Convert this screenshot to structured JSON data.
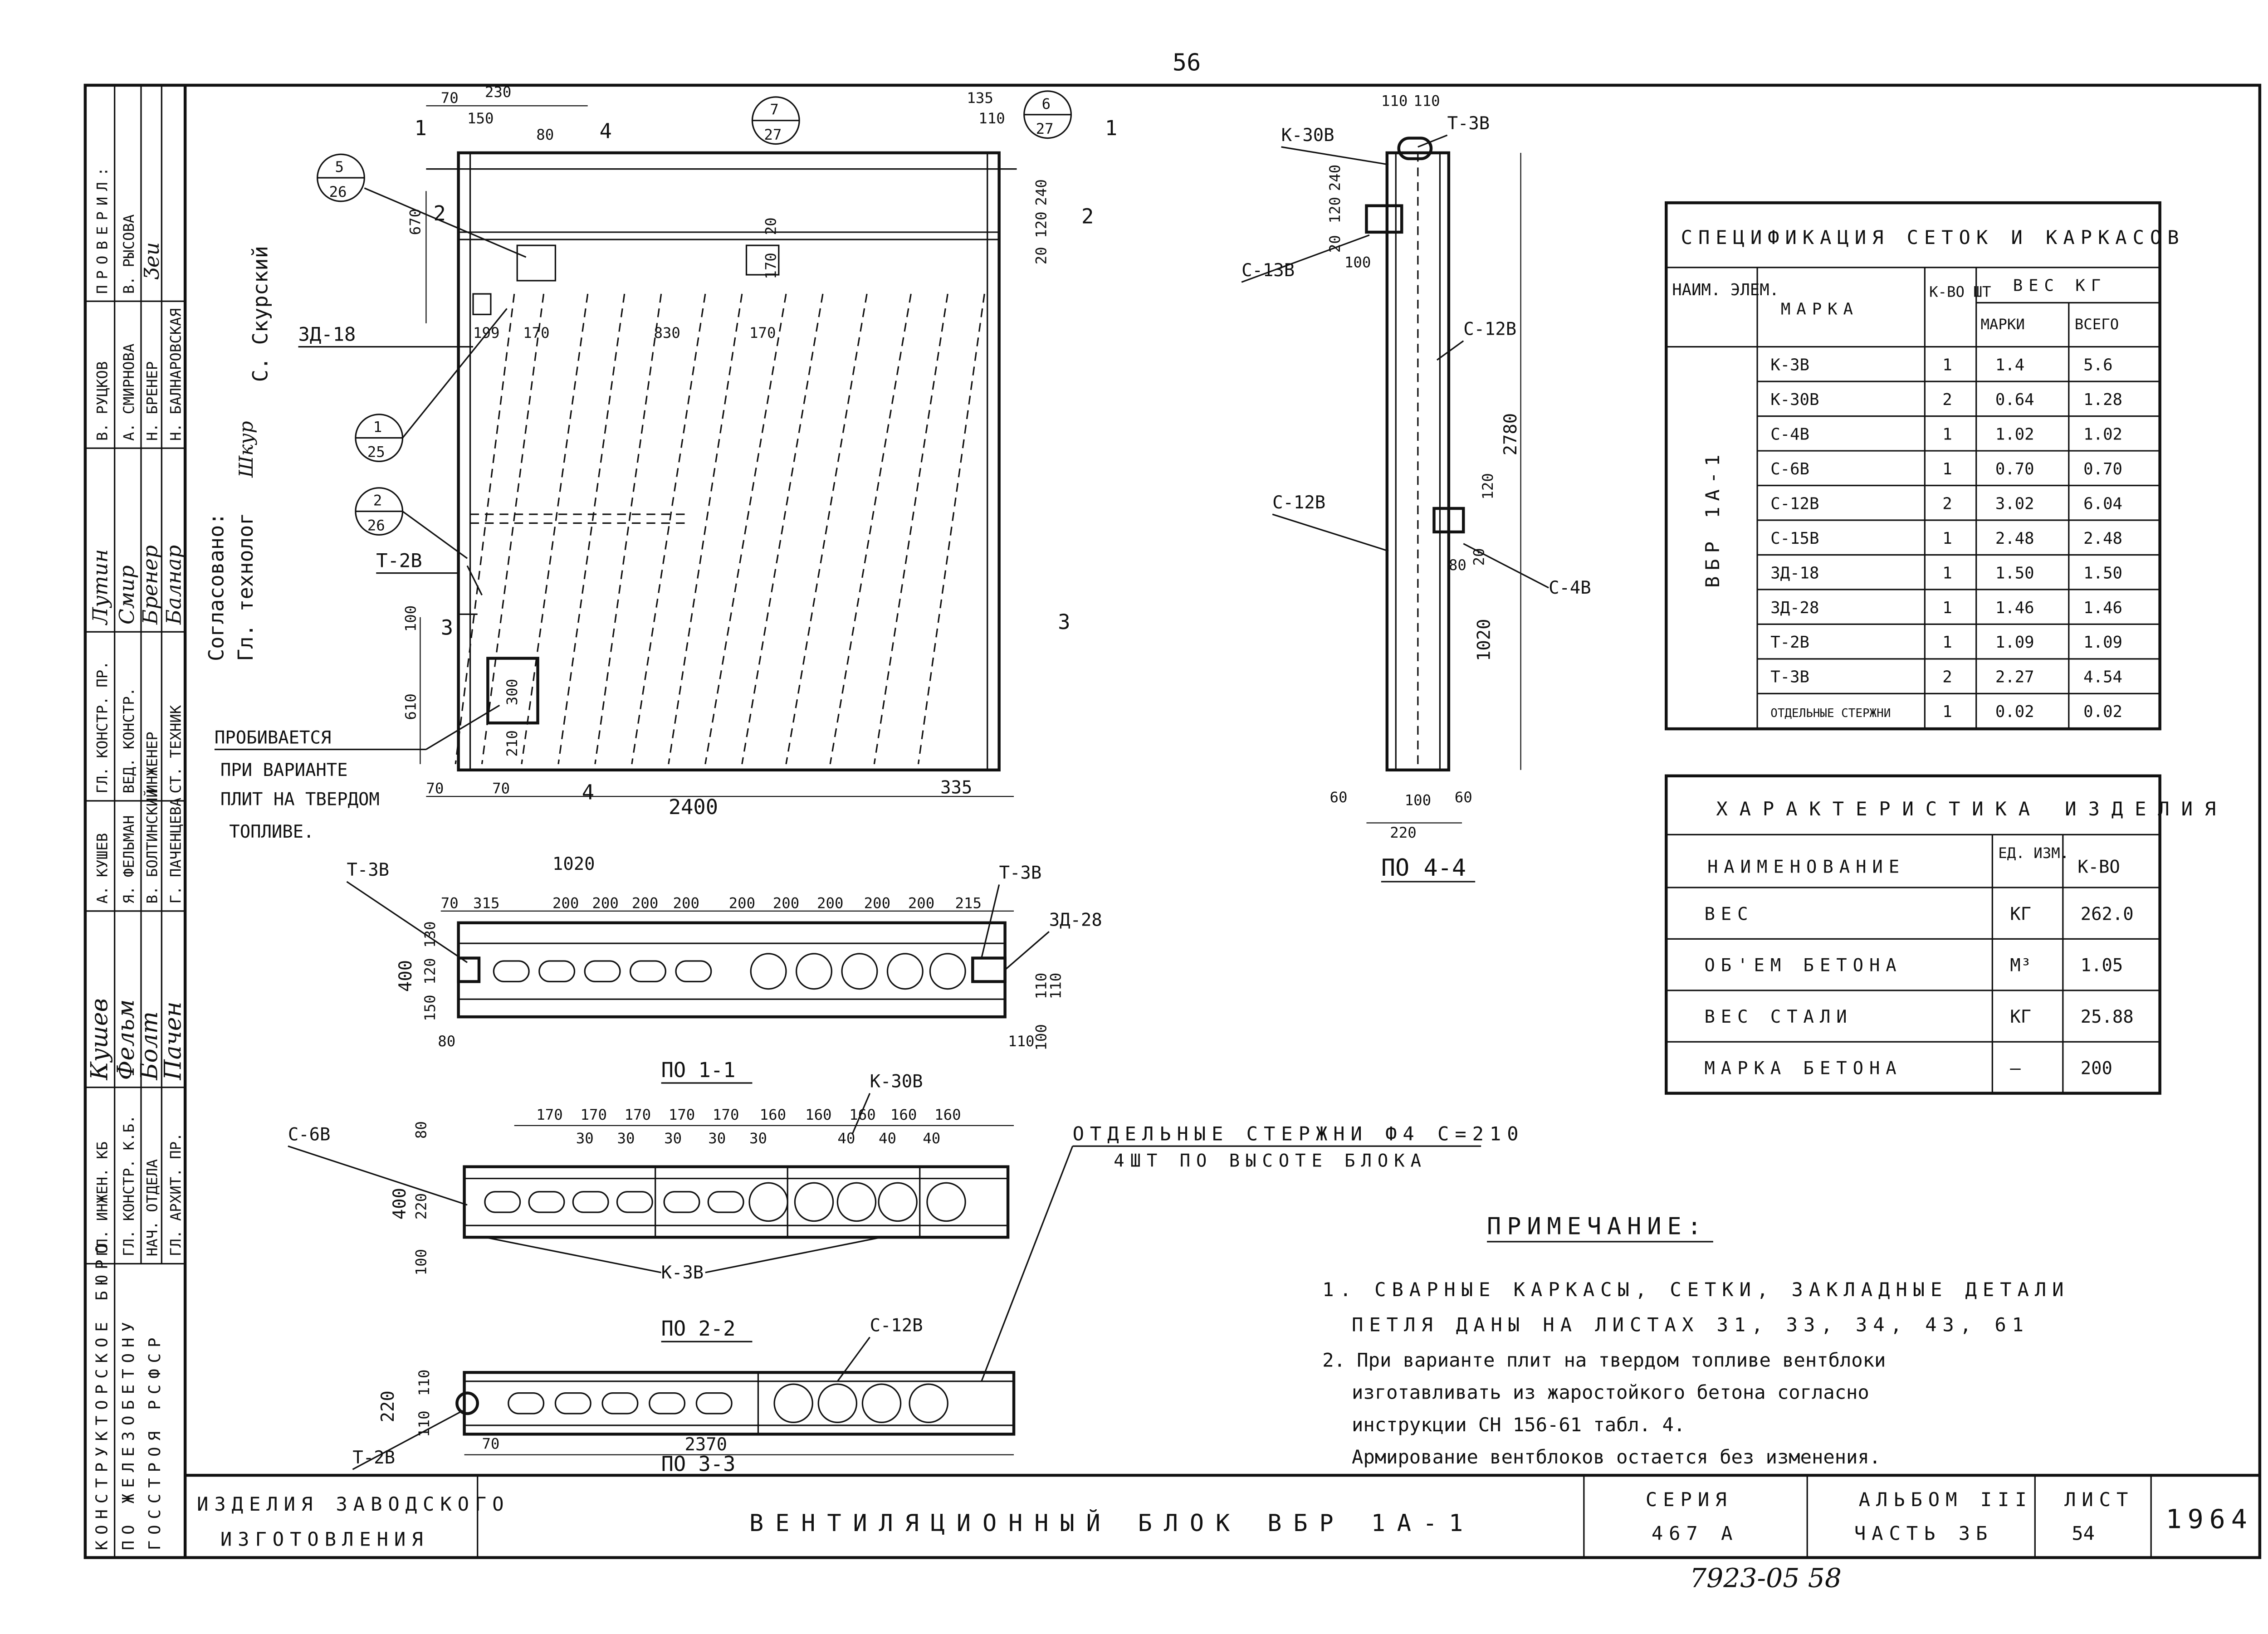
{
  "page_number": "56",
  "title_block": {
    "org_line1": "КОНСТРУКТОРСКОЕ БЮРО",
    "org_line2": "ПО ЖЕЛЕЗОБЕТОНУ",
    "org_line3": "ГОССТРОЯ РСФСР",
    "category_line1": "ИЗДЕЛИЯ ЗАВОДСКОГО",
    "category_line2": "ИЗГОТОВЛЕНИЯ",
    "product_title": "ВЕНТИЛЯЦИОННЫЙ БЛОК ВБР 1А-1",
    "series_label": "СЕРИЯ",
    "series_value": "467 А",
    "album_label": "АЛЬБОМ III",
    "album_value": "ЧАСТЬ 3Б",
    "sheet_label": "ЛИСТ",
    "sheet_value": "54",
    "year": "1964",
    "archive_no": "7923-05 58"
  },
  "signatures": {
    "checked_header": "ПРОВЕРИЛ:",
    "rows": [
      {
        "role": "ГЛ. ИНЖЕН. КБ",
        "name": "А. КУШЕВ"
      },
      {
        "role": "ГЛ. КОНСТР. К.Б.",
        "name": "Я. ФЕЛЬМАН"
      },
      {
        "role": "НАЧ. ОТДЕЛА",
        "name": "В. БОЛТИНСКИЙ"
      },
      {
        "role": "ГЛ. АРХИТ. ПР.",
        "name": "Г. ПАЧЕНЦЕВА"
      }
    ],
    "rows2": [
      {
        "role": "ГЛ. КОНСТР. ПР.",
        "name": "В. РУЦКОВ"
      },
      {
        "role": "ВЕД. КОНСТР.",
        "name": "А. СМИРНОВА"
      },
      {
        "role": "ИНЖЕНЕР",
        "name": "Н. БРЕНЕР"
      },
      {
        "role": "СТ. ТЕХНИК",
        "name": "Н. БАЛНАРОВСКАЯ"
      }
    ],
    "checked_name": "В. РЫСОВА",
    "approved_label": "Согласовано:",
    "approved_role": "Гл. технолог",
    "approved_name": "С. Скурский"
  },
  "spec_table": {
    "title": "СПЕЦИФИКАЦИЯ СЕТОК И КАРКАСОВ",
    "headers": {
      "name": "НАИМ. ЭЛЕМ.",
      "mark": "МАРКА",
      "qty": "К-ВО ШТ",
      "weight": "ВЕС КГ",
      "weight_mark": "МАРКИ",
      "weight_total": "ВСЕГО"
    },
    "element": "ВБР 1А-1",
    "rows": [
      {
        "mark": "К-3В",
        "qty": "1",
        "w": "1.4",
        "total": "5.6"
      },
      {
        "mark": "К-30В",
        "qty": "2",
        "w": "0.64",
        "total": "1.28"
      },
      {
        "mark": "С-4В",
        "qty": "1",
        "w": "1.02",
        "total": "1.02"
      },
      {
        "mark": "С-6В",
        "qty": "1",
        "w": "0.70",
        "total": "0.70"
      },
      {
        "mark": "С-12В",
        "qty": "2",
        "w": "3.02",
        "total": "6.04"
      },
      {
        "mark": "С-15В",
        "qty": "1",
        "w": "2.48",
        "total": "2.48"
      },
      {
        "mark": "ЗД-18",
        "qty": "1",
        "w": "1.50",
        "total": "1.50"
      },
      {
        "mark": "ЗД-28",
        "qty": "1",
        "w": "1.46",
        "total": "1.46"
      },
      {
        "mark": "Т-2В",
        "qty": "1",
        "w": "1.09",
        "total": "1.09"
      },
      {
        "mark": "Т-3В",
        "qty": "2",
        "w": "2.27",
        "total": "4.54"
      },
      {
        "mark": "ОТДЕЛЬНЫЕ СТЕРЖНИ",
        "qty": "1",
        "w": "0.02",
        "total": "0.02"
      }
    ]
  },
  "char_table": {
    "title": "ХАРАКТЕРИСТИКА ИЗДЕЛИЯ",
    "headers": {
      "name": "НАИМЕНОВАНИЕ",
      "unit": "ЕД. ИЗМ.",
      "qty": "К-ВО"
    },
    "rows": [
      {
        "name": "ВЕС",
        "unit": "КГ",
        "qty": "262.0"
      },
      {
        "name": "ОБ'ЕМ БЕТОНА",
        "unit": "М³",
        "qty": "1.05"
      },
      {
        "name": "ВЕС СТАЛИ",
        "unit": "КГ",
        "qty": "25.88"
      },
      {
        "name": "МАРКА БЕТОНА",
        "unit": "–",
        "qty": "200"
      }
    ]
  },
  "notes": {
    "title": "ПРИМЕЧАНИЕ:",
    "line1": "1. СВАРНЫЕ КАРКАСЫ, СЕТКИ, ЗАКЛАДНЫЕ ДЕТАЛИ",
    "line2": "ПЕТЛЯ ДАНЫ НА ЛИСТАХ 31, 33, 34, 43, 61",
    "line3": "2. При варианте плит на твердом топливе вентблоки",
    "line4": "изготавливать из жаростойкого бетона согласно",
    "line5": "инструкции СН 156-61 табл. 4.",
    "line6": "Армирование вентблоков остается без изменения."
  },
  "drawing_labels": {
    "section_44": "ПО 4-4",
    "section_11": "ПО 1-1",
    "section_22": "ПО 2-2",
    "section_33": "ПО 3-3",
    "pierced": "ПРОБИВАЕТСЯ",
    "pierced2": "ПРИ ВАРИАНТЕ",
    "pierced3": "ПЛИТ НА ТВЕРДОМ",
    "pierced4": "ТОПЛИВЕ.",
    "rods_note1": "ОТДЕЛЬНЫЕ СТЕРЖНИ Ф4 С=210",
    "rods_note2": "4ШТ ПО ВЫСОТЕ БЛОКА",
    "k30v": "К-30В",
    "t3v": "Т-3В",
    "s13v": "С-13В",
    "s12v": "С-12В",
    "s4v": "С-4В",
    "zd18": "ЗД-18",
    "zd28": "ЗД-28",
    "t2v": "Т-2В",
    "s6v": "С-6В",
    "k3v": "К-3В",
    "dim_2400": "2400",
    "dim_2780": "2780",
    "dim_1020": "1020",
    "dim_2370": "2370",
    "dim_610": "610",
    "dim_670": "670",
    "dim_335": "335",
    "dim_400": "400",
    "dim_220": "220"
  }
}
